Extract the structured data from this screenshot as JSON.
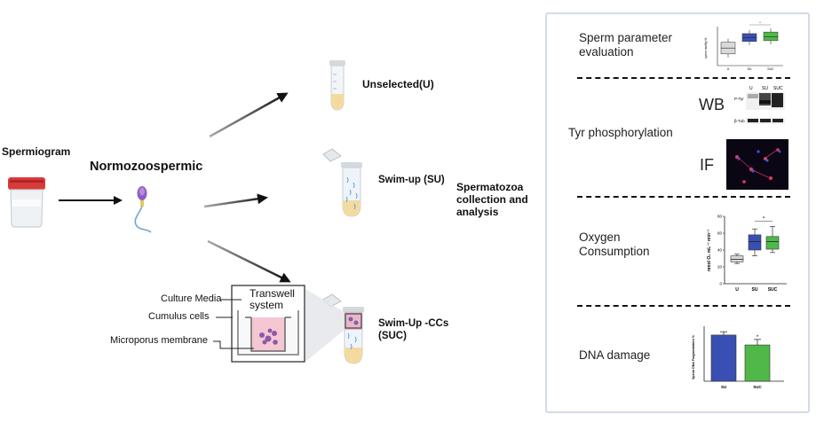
{
  "labels": {
    "spermiogram": "Spermiogram",
    "normozoospermic": "Normozoospermic",
    "unselected": "Unselected(U)",
    "swimup": "Swim-up (SU)",
    "swimup_ccs_1": "Swim-Up -CCs",
    "swimup_ccs_2": "(SUC)",
    "spermatozoa_1": "Spermatozoa",
    "spermatozoa_2": "collection and",
    "spermatozoa_3": "analysis",
    "culture_media": "Culture Media",
    "cumulus_cells": "Cumulus cells",
    "microporus": "Microporus membrane",
    "transwell_1": "Transwell",
    "transwell_2": "system"
  },
  "panel": {
    "sperm_param_1": "Sperm parameter",
    "sperm_param_2": "evaluation",
    "wb": "WB",
    "tyr": "Tyr phosphorylation",
    "if": "IF",
    "oxygen_1": "Oxygen",
    "oxygen_2": "Consumption",
    "dna": "DNA damage"
  },
  "wb_blot": {
    "lanes": [
      "U",
      "SU",
      "SUC"
    ],
    "rows": [
      "P-Tyr",
      "β-Tub"
    ]
  },
  "chart_data": [
    {
      "type": "box",
      "categories": [
        "U",
        "SU",
        "SUC"
      ],
      "ylabel": "sperm motility %",
      "colors": [
        "#d9d9d9",
        "#3a4fb3",
        "#4fb848"
      ],
      "annotation": "*"
    },
    {
      "type": "box",
      "categories": [
        "U",
        "SU",
        "SUC"
      ],
      "ylabel": "nmol O₂ mL⁻¹ min⁻¹",
      "yticks": [
        "0",
        "20",
        "40",
        "60",
        "80"
      ],
      "ylim": [
        0,
        80
      ],
      "boxes": [
        {
          "min": 24,
          "q1": 26,
          "median": 29,
          "q3": 33,
          "max": 35
        },
        {
          "min": 33,
          "q1": 40,
          "median": 50,
          "q3": 58,
          "max": 65
        },
        {
          "min": 37,
          "q1": 41,
          "median": 50,
          "q3": 56,
          "max": 68
        }
      ],
      "colors": [
        "#d9d9d9",
        "#3a4fb3",
        "#4fb848"
      ],
      "annotation": "*"
    },
    {
      "type": "bar",
      "categories": [
        "SU",
        "SUC"
      ],
      "ylabel": "Sperm DNA Fragmentation %",
      "values": [
        42,
        33
      ],
      "errors": [
        3,
        5
      ],
      "ylim": [
        0,
        50
      ],
      "colors": [
        "#3a4fb3",
        "#4fb848"
      ],
      "annotation": "*"
    }
  ]
}
